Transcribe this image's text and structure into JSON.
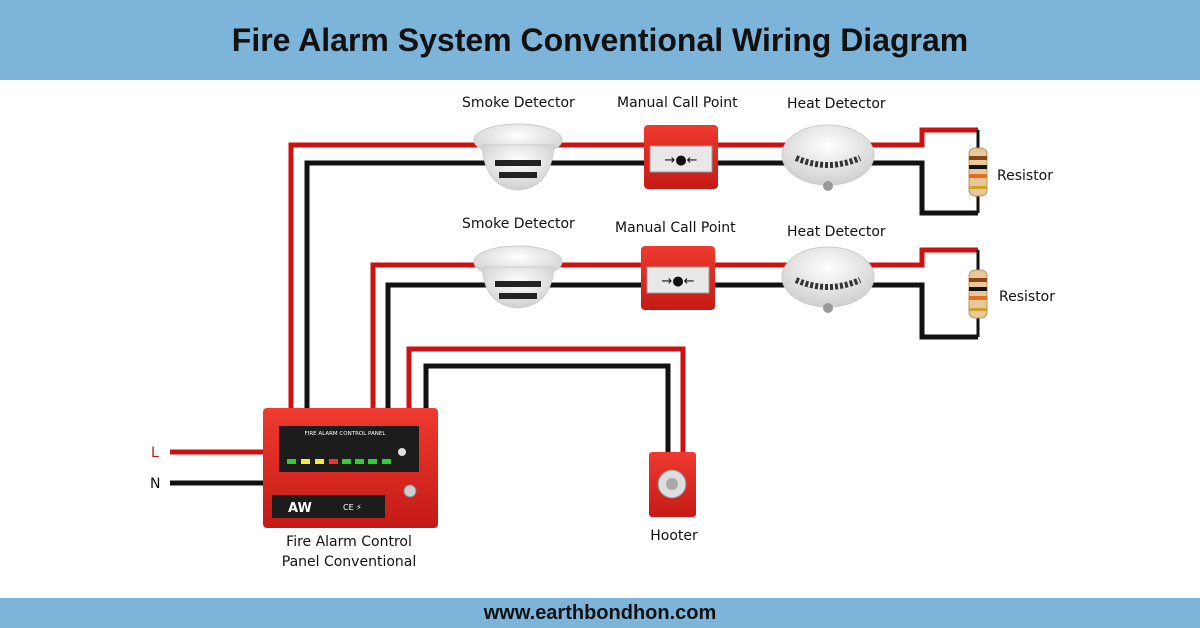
{
  "title": "Fire Alarm System Conventional Wiring Diagram",
  "footer": "www.earthbondhon.com",
  "labels": {
    "smoke1": "Smoke Detector",
    "mcp1": "Manual Call Point",
    "heat1": "Heat Detector",
    "resistor1": "Resistor",
    "smoke2": "Smoke Detector",
    "mcp2": "Manual Call Point",
    "heat2": "Heat Detector",
    "resistor2": "Resistor",
    "panel_line1": "Fire Alarm Control",
    "panel_line2": "Panel Conventional",
    "hooter": "Hooter",
    "live": "L",
    "neutral": "N"
  },
  "panel": {
    "screen_title": "FIRE ALARM CONTROL PANEL",
    "logo": "AW"
  },
  "colors": {
    "header": "#7db4d9",
    "live_wire": "#cc1111",
    "neutral_wire": "#111111",
    "device_red": "#d8231f"
  }
}
